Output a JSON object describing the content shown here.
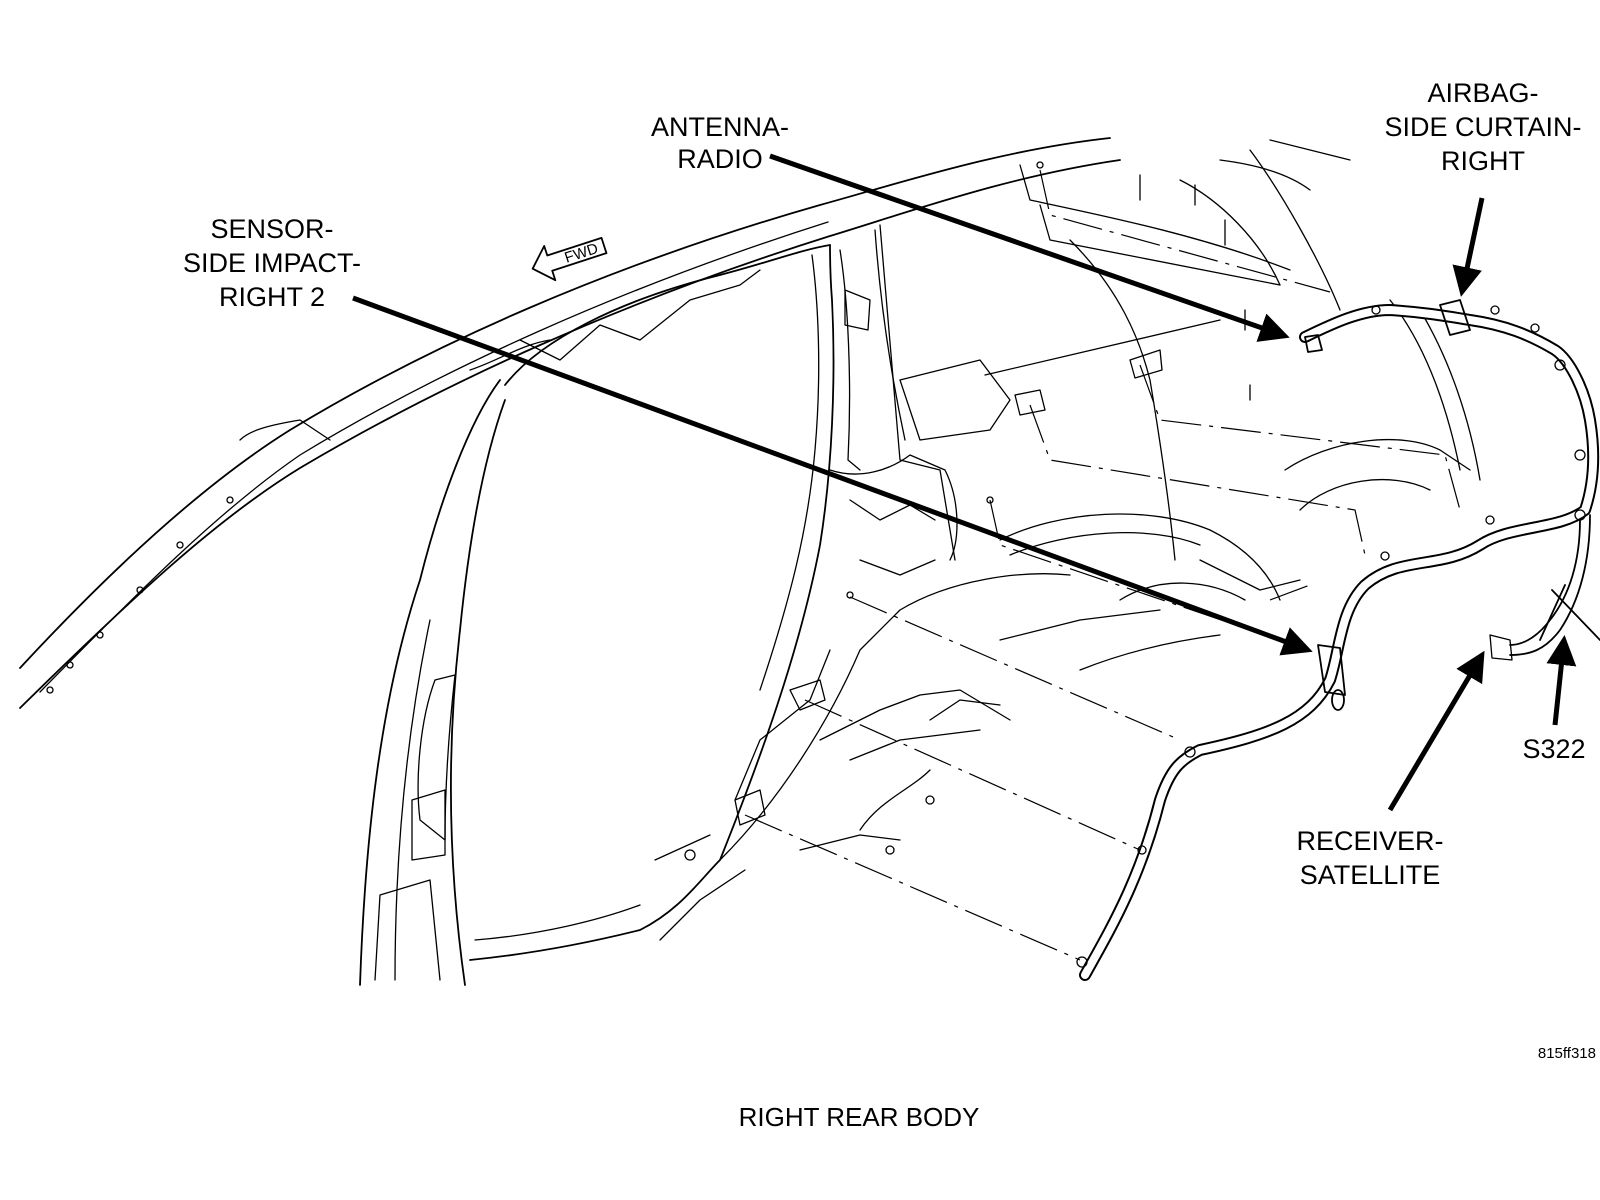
{
  "labels": {
    "antenna": [
      "ANTENNA-",
      "RADIO"
    ],
    "airbag": [
      "AIRBAG-",
      "SIDE CURTAIN-",
      "RIGHT"
    ],
    "sensor": [
      "SENSOR-",
      "SIDE IMPACT-",
      "RIGHT 2"
    ],
    "receiver": [
      "RECEIVER-",
      "SATELLITE"
    ],
    "splice": "S322",
    "direction": "FWD"
  },
  "figure_id": "815ff318",
  "caption": "RIGHT REAR BODY"
}
